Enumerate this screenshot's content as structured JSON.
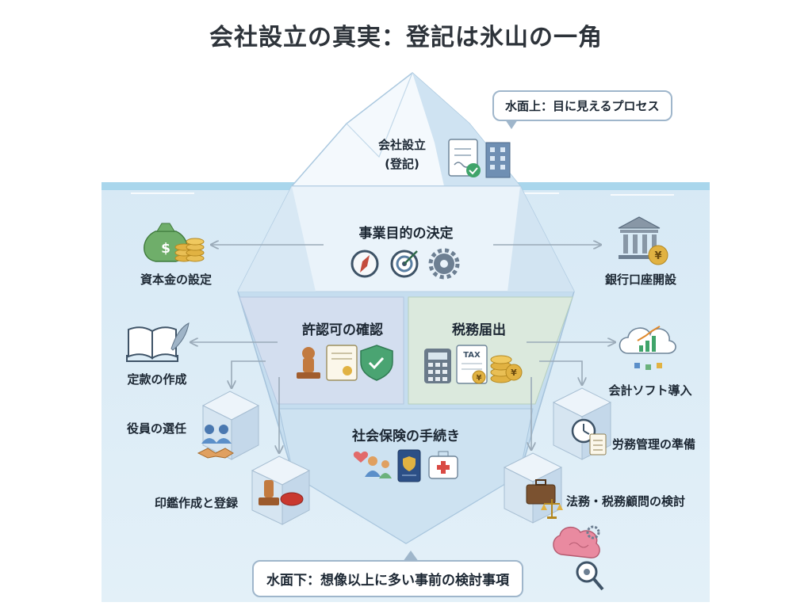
{
  "title": "会社設立の真実：登記は氷山の一角",
  "callouts": {
    "above": "水面上：目に見えるプロセス",
    "below": "水面下：想像以上に多い事前の検討事項"
  },
  "peak": {
    "line1": "会社設立",
    "line2": "(登記)"
  },
  "center": {
    "purpose": "事業目的の決定",
    "permits": "許認可の確認",
    "tax": "税務届出",
    "social": "社会保険の手続き"
  },
  "left": {
    "capital": "資本金の設定",
    "articles": "定款の作成",
    "officers": "役員の選任",
    "seal": "印鑑作成と登録"
  },
  "right": {
    "bank": "銀行口座開設",
    "software": "会計ソフト導入",
    "labor": "労務管理の準備",
    "advisor": "法務・税務顧問の検討"
  },
  "icon_text": {
    "tax": "TAX",
    "yen": "¥",
    "dollar": "$"
  },
  "colors": {
    "water": "#dcebf6",
    "ice": "#c7deef",
    "ice_light": "#e8f2fa",
    "permits_panel": "#d3deef",
    "tax_panel": "#dbe9dd",
    "arrow": "#9aaab8",
    "surface": "#9fd0e8"
  }
}
